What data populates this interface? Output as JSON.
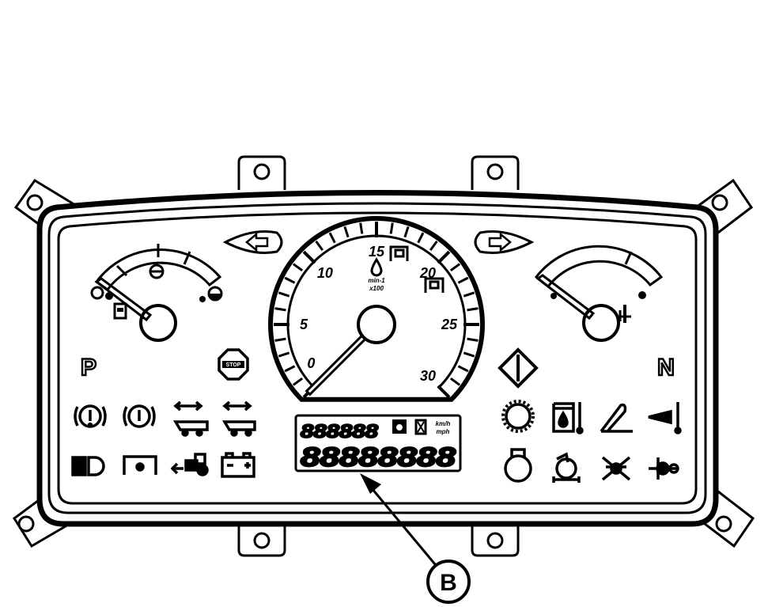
{
  "indicators": {
    "park": "P",
    "neutral": "N",
    "stop": "STOP"
  },
  "tachometer": {
    "tick_labels": [
      "0",
      "5",
      "10",
      "15",
      "20",
      "25",
      "30"
    ],
    "unit": "min-1",
    "multiplier": "x100",
    "needle_value": 0,
    "range": [
      0,
      30
    ]
  },
  "lcd": {
    "top_digits": "888888",
    "bottom_digits": "88888888",
    "unit_top": "km/h",
    "unit_bottom": "mph"
  },
  "callout": {
    "label": "B"
  },
  "icons": {
    "left_row1": [
      "brake-warning-icon",
      "brake-warning-icon-2",
      "trailer-1-icon",
      "trailer-2-icon"
    ],
    "left_row2": [
      "headlight-icon",
      "pto-icon",
      "tractor-hitch-icon",
      "battery-icon"
    ],
    "right_row1": [
      "glow-plug-icon",
      "fuel-filter-icon",
      "hydraulic-icon",
      "coolant-temp-icon"
    ],
    "right_row2": [
      "engine-oil-icon",
      "air-filter-icon",
      "four-wheel-drive-icon",
      "diff-lock-icon"
    ]
  }
}
